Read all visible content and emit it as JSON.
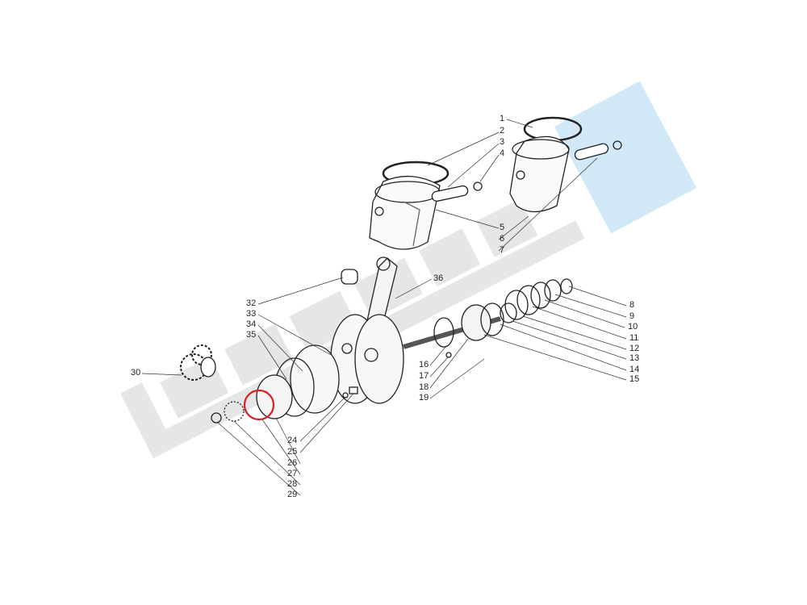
{
  "diagram": {
    "title": "Crankshaft and piston exploded view",
    "watermark_text": "lambretta.ME",
    "highlight_color": "#d42020",
    "labels": {
      "l1": "1",
      "l2": "2",
      "l3": "3",
      "l4": "4",
      "l5": "5",
      "l6": "6",
      "l7": "7",
      "l8": "8",
      "l9": "9",
      "l10": "10",
      "l11": "11",
      "l12": "12",
      "l13": "13",
      "l14": "14",
      "l15": "15",
      "l16": "16",
      "l17": "17",
      "l18": "18",
      "l19": "19",
      "l24": "24",
      "l25": "25",
      "l26": "26",
      "l27": "27",
      "l28": "28",
      "l29": "29",
      "l30": "30",
      "l32": "32",
      "l33": "33",
      "l34": "34",
      "l35": "35",
      "l36": "36"
    }
  }
}
